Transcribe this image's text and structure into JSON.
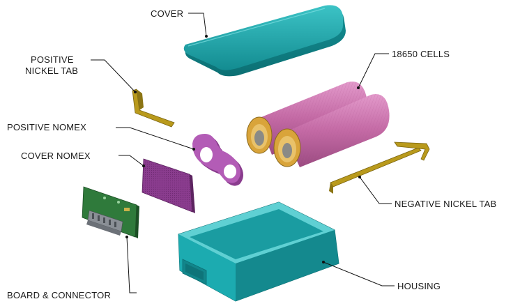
{
  "labels": {
    "cover": "COVER",
    "cells": "18650 CELLS",
    "positive_tab_line1": "POSITIVE",
    "positive_tab_line2": "NICKEL TAB",
    "positive_nomex": "POSITIVE NOMEX",
    "cover_nomex": "COVER NOMEX",
    "negative_tab": "NEGATIVE NICKEL TAB",
    "housing": "HOUSING",
    "board": "BOARD & CONNECTOR"
  },
  "colors": {
    "housing_teal": "#1aa3a8",
    "cells_pink": "#c76ba6",
    "nickel_gold": "#b99a1c",
    "nomex_purple": "#8a3c8e",
    "board_green": "#2f7a3b"
  }
}
